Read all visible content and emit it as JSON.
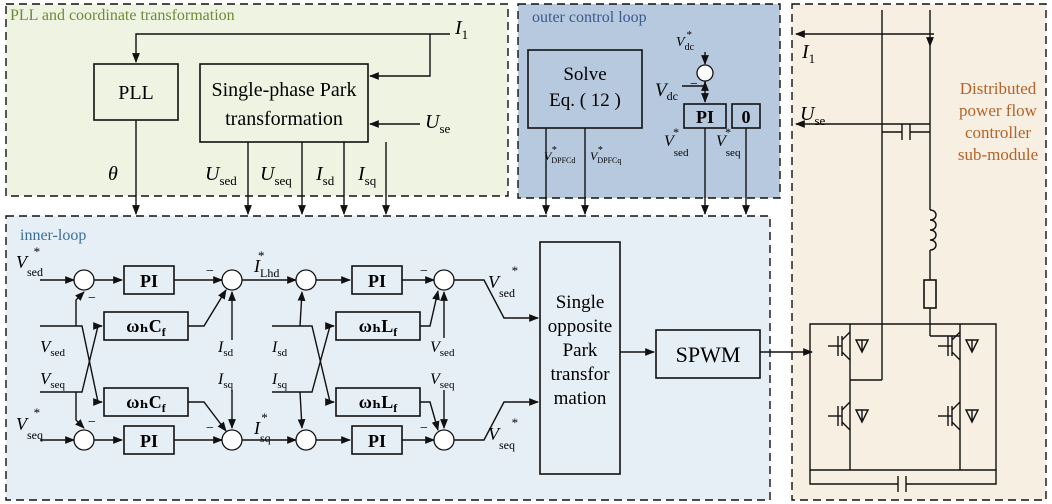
{
  "regions": {
    "pll": {
      "title": "PLL and coordinate transformation",
      "fill": "#eef3e2",
      "title_color": "#6f8a3a"
    },
    "outer": {
      "title": "outer control loop",
      "fill": "#b7c9df",
      "title_color": "#3a5a8c"
    },
    "inner": {
      "title": "inner-loop",
      "fill": "#e6eef6",
      "title_color": "#3a6f9c"
    },
    "dpfc": {
      "title_lines": [
        "Distributed",
        "power flow",
        "controller",
        "sub-module"
      ],
      "fill": "#f6efe2",
      "title_color": "#b4642a"
    }
  },
  "blocks": {
    "pll": "PLL",
    "park_line1": "Single-phase Park",
    "park_line2": "transformation",
    "solve_line1": "Solve",
    "solve_line2": "Eq. ( 12 )",
    "pi": "PI",
    "zero": "0",
    "spwm": "SPWM",
    "inv_park_lines": [
      "Single",
      "opposite",
      "Park",
      "transfor",
      "mation"
    ],
    "omega_c": "ωₕC",
    "omega_c_sub": "f",
    "omega_l": "ωₕL",
    "omega_l_sub": "f"
  },
  "signals": {
    "I1": {
      "main": "I",
      "sub": "1"
    },
    "Use": {
      "main": "U",
      "sub": "se"
    },
    "theta": {
      "main": "θ",
      "sub": ""
    },
    "Used": {
      "main": "U",
      "sub": "sed"
    },
    "Useq": {
      "main": "U",
      "sub": "seq"
    },
    "Isd": {
      "main": "I",
      "sub": "sd"
    },
    "Isq": {
      "main": "I",
      "sub": "sq"
    },
    "Vdc_ref": {
      "main": "V",
      "sub": "dc",
      "sup": "*"
    },
    "Vdc": {
      "main": "V",
      "sub": "dc"
    },
    "Vsed_ref": {
      "main": "V",
      "sub": "sed",
      "sup": "*"
    },
    "Vseq_ref": {
      "main": "V",
      "sub": "seq",
      "sup": "*"
    },
    "Vdpfcd_ref": {
      "main": "V",
      "sub": "DPFCd",
      "sup": "*"
    },
    "Vdpfcq_ref": {
      "main": "V",
      "sub": "DPFCq",
      "sup": "*"
    },
    "Vsed": {
      "main": "V",
      "sub": "sed"
    },
    "Vseq": {
      "main": "V",
      "sub": "seq"
    },
    "ILhd_ref": {
      "main": "I",
      "sub": "Lhd",
      "sup": "*"
    },
    "Isq_ref": {
      "main": "I",
      "sub": "sq",
      "sup": "*"
    }
  },
  "signs": {
    "minus": "−"
  }
}
